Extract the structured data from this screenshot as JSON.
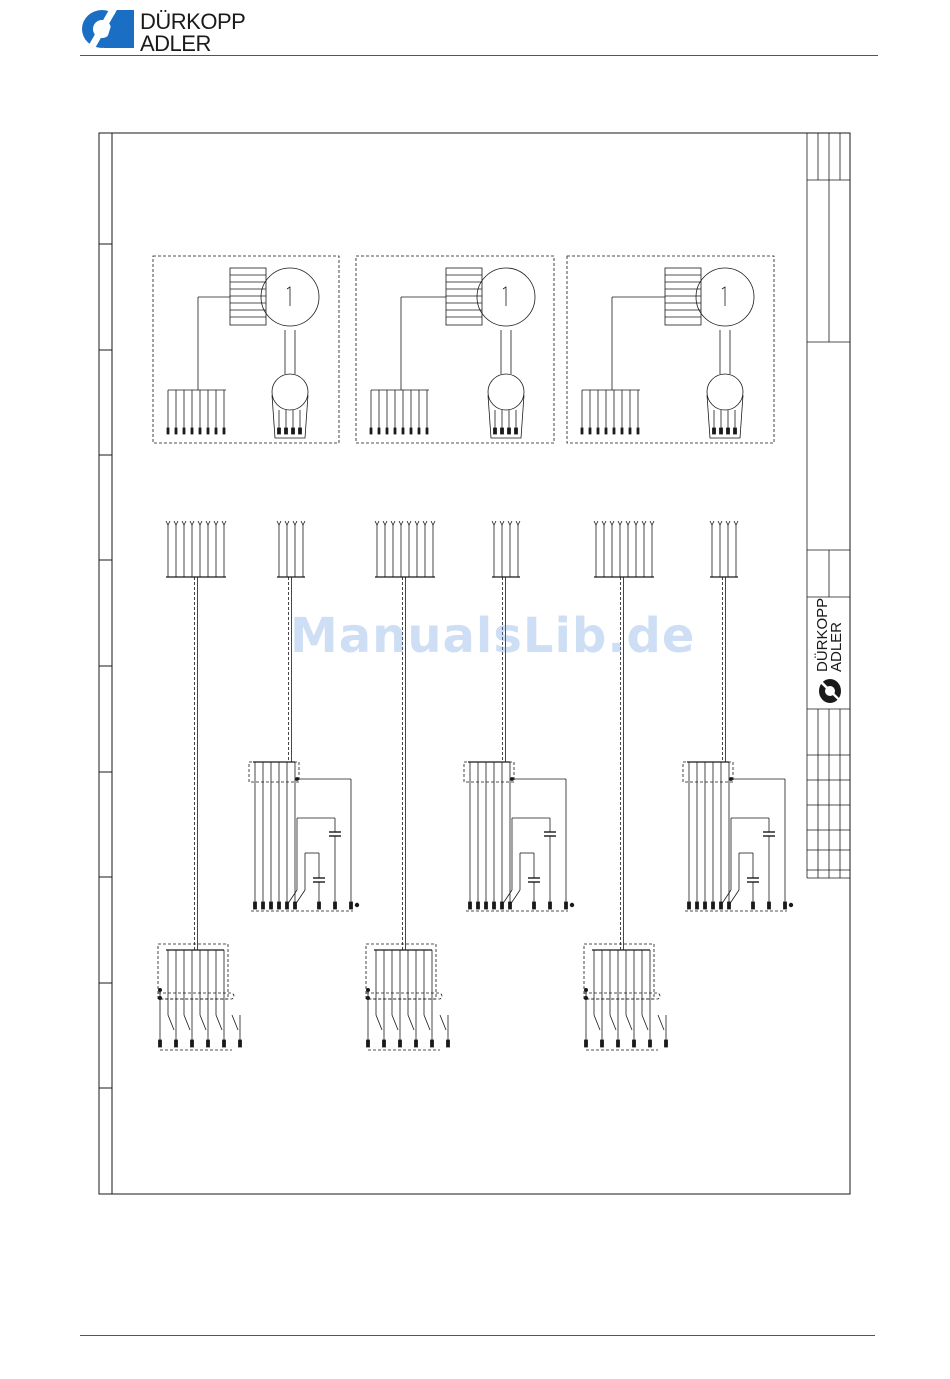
{
  "header": {
    "brand_line1": "DÜRKOPP",
    "brand_line2": "ADLER",
    "logo_icon": "duerkopp-adler-logo-icon"
  },
  "title_block": {
    "brand_line1": "DÜRKOPP",
    "brand_line2": "ADLER"
  },
  "watermark": "ManualsLib.de",
  "colors": {
    "ink": "#1a1a1a",
    "brand_blue": "#1a6fc4",
    "watermark": "#508cdc"
  }
}
